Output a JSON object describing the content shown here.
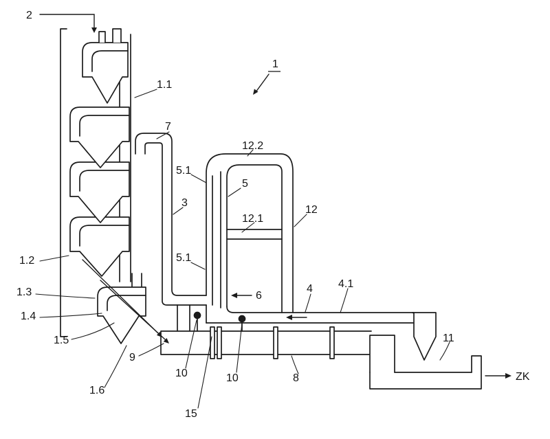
{
  "figure": {
    "type": "patent-line-drawing",
    "description_colors": {
      "line": "#1c1c1c",
      "background": "#ffffff"
    },
    "labels": {
      "ref2": "2",
      "ref1": "1",
      "ref1_1": "1.1",
      "ref1_2": "1.2",
      "ref1_3": "1.3",
      "ref1_4": "1.4",
      "ref1_5": "1.5",
      "ref1_6": "1.6",
      "ref7": "7",
      "ref3": "3",
      "ref5": "5",
      "ref5_1_upper": "5.1",
      "ref5_1_lower": "5.1",
      "ref12": "12",
      "ref12_1": "12.1",
      "ref12_2": "12.2",
      "ref6": "6",
      "ref4": "4",
      "ref4_1": "4.1",
      "ref8": "8",
      "ref9": "9",
      "ref10_left": "10",
      "ref10_right": "10",
      "ref11": "11",
      "ref15": "15",
      "refZK": "ZK"
    }
  }
}
